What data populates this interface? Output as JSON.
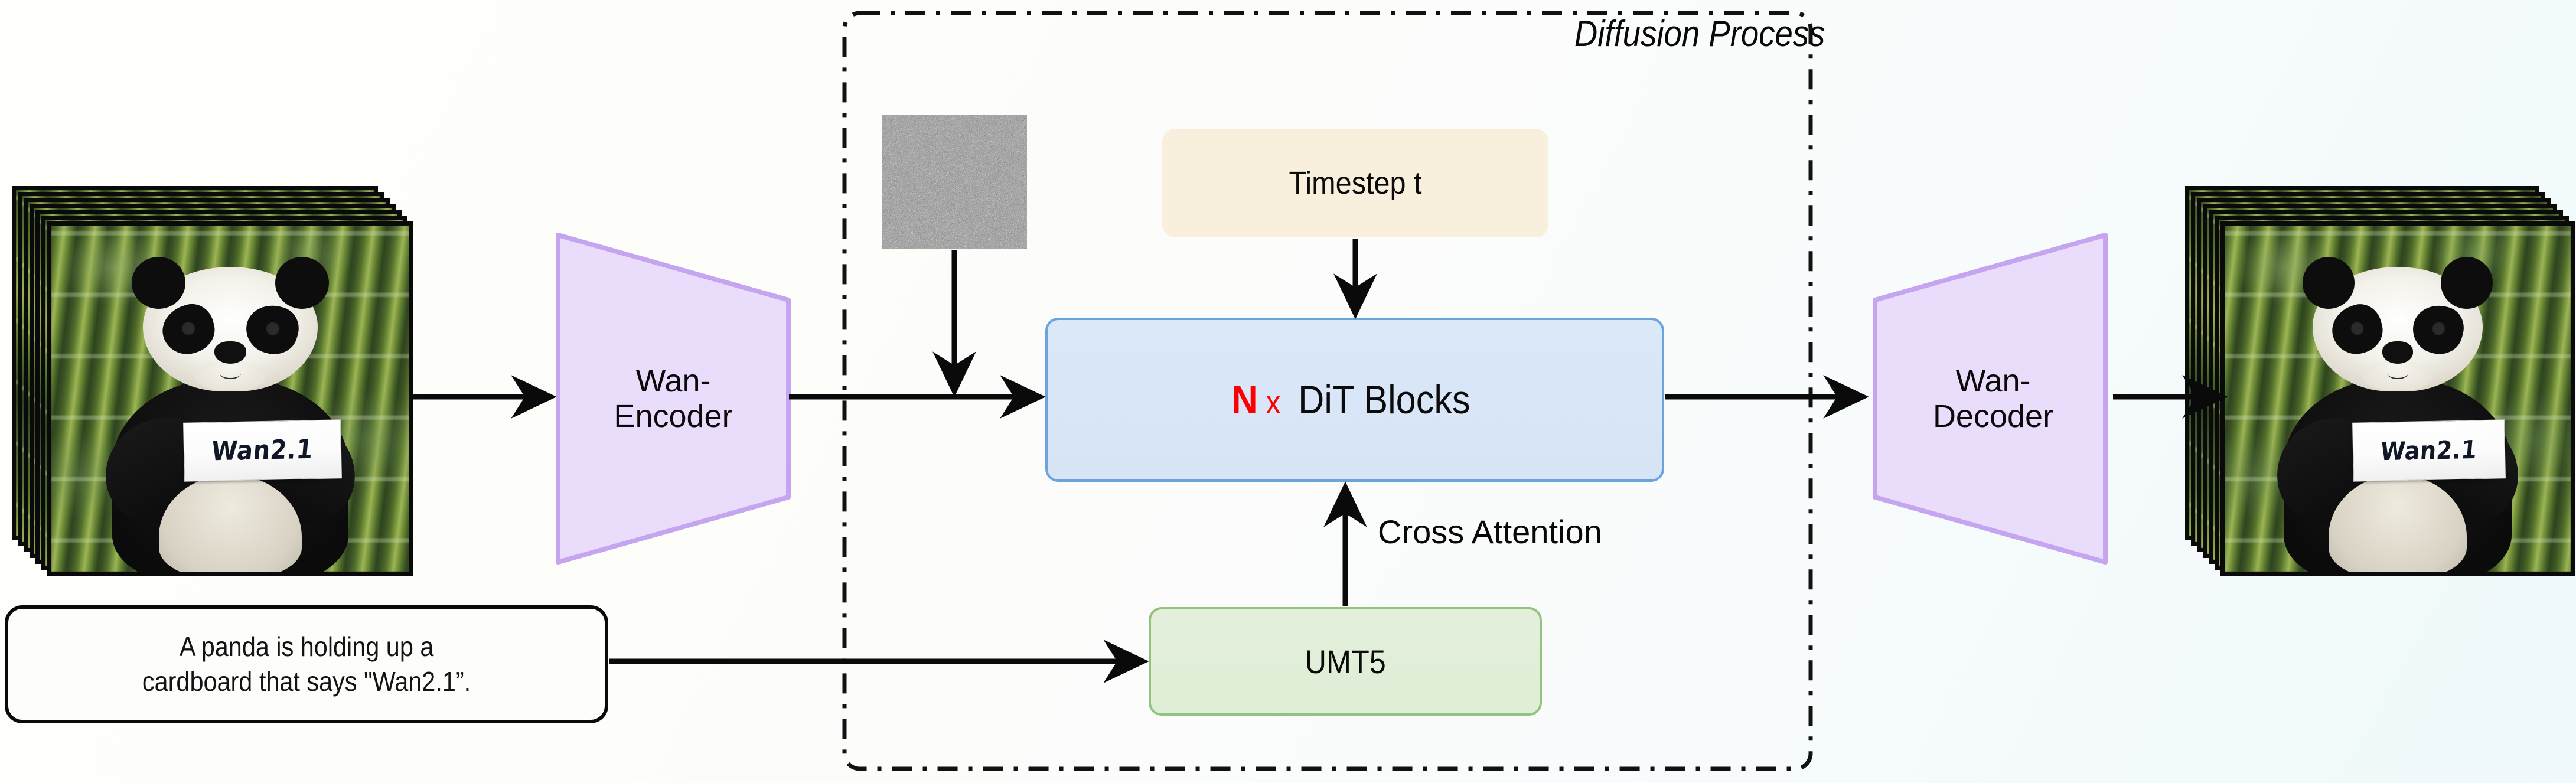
{
  "diagram": {
    "title": "Wan2.1 text-to-video diffusion pipeline",
    "background_start": "#fefefa",
    "background_end": "#eff9fb"
  },
  "input": {
    "video_stack_name": "input-video-frames",
    "frame_count": 7,
    "sign_text": "Wan2.1"
  },
  "prompt": {
    "line1": "A panda is holding up a",
    "line2": "cardboard that says \"Wan2.1”."
  },
  "encoder": {
    "line1": "Wan-",
    "line2": "Encoder",
    "fill": "#eadcfb",
    "stroke": "#c5a5f0"
  },
  "diffusion": {
    "label": "Diffusion Process",
    "border_style": "dash-dot",
    "border_color": "#111111"
  },
  "noise": {
    "name": "gaussian-noise-latent",
    "base_color": "#8a8a8a"
  },
  "timestep": {
    "label": "Timestep t",
    "fill": "#f8efdc"
  },
  "dit": {
    "prefix_n": "N",
    "prefix_x": "x",
    "label": "DiT Blocks",
    "fill": "#d8e6f7",
    "stroke": "#6ba3dc",
    "n_color": "#ff0000",
    "x_color": "#ff0000"
  },
  "umt5": {
    "label": "UMT5",
    "fill": "#e1eeda",
    "stroke": "#93c47d"
  },
  "cross_attention": {
    "label": "Cross Attention"
  },
  "decoder": {
    "line1": "Wan-",
    "line2": "Decoder",
    "fill": "#eadcfb",
    "stroke": "#c5a5f0"
  },
  "output": {
    "video_stack_name": "output-video-frames",
    "frame_count": 7,
    "sign_text": "Wan2.1"
  }
}
